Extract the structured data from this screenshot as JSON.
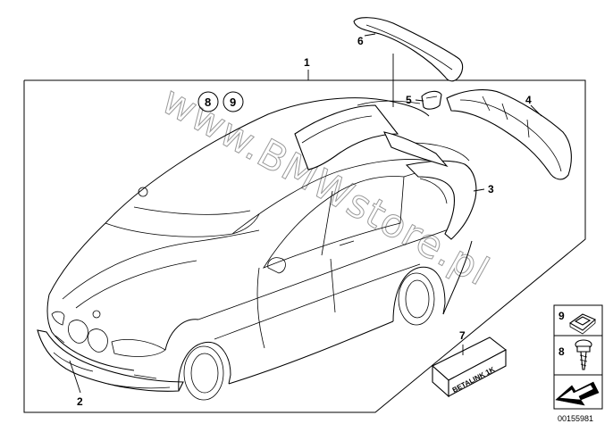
{
  "diagram": {
    "callouts": [
      {
        "id": "1",
        "label": "1"
      },
      {
        "id": "2",
        "label": "2"
      },
      {
        "id": "3",
        "label": "3"
      },
      {
        "id": "4",
        "label": "4"
      },
      {
        "id": "5",
        "label": "5"
      },
      {
        "id": "6",
        "label": "6"
      },
      {
        "id": "7",
        "label": "7"
      },
      {
        "id": "8",
        "label": "8"
      },
      {
        "id": "9",
        "label": "9"
      }
    ],
    "circled_refs": [
      "8",
      "9"
    ],
    "legend": [
      {
        "label": "9",
        "icon": "clip-nut-icon"
      },
      {
        "label": "8",
        "icon": "screw-icon"
      },
      {
        "label": "",
        "icon": "arrow-direction-icon"
      }
    ],
    "adhesive_box_label": "BETALINK 1K",
    "watermark": "www.BMWstore.pl",
    "image_code": "00155981"
  }
}
